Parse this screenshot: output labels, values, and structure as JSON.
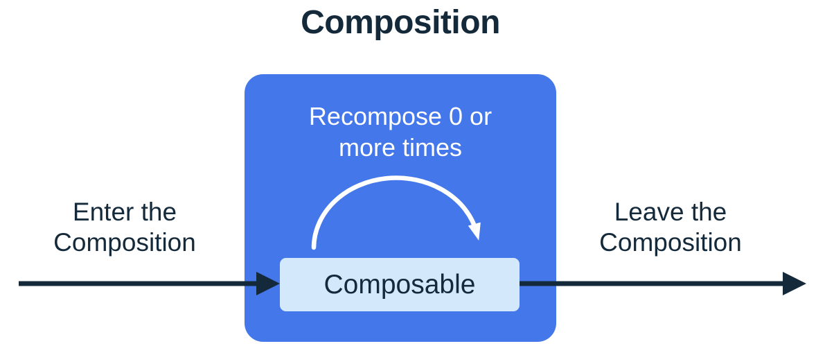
{
  "diagram": {
    "title": "Composition",
    "composition_box": {
      "recompose_label": "Recompose 0 or\nmore times"
    },
    "composable_label": "Composable",
    "enter_label": "Enter the\nComposition",
    "leave_label": "Leave the\nComposition",
    "arrows": {
      "enter_arrow": "horizontal-right-arrow",
      "leave_arrow": "horizontal-right-arrow",
      "recompose_arc": "curved-loop-arrow"
    }
  },
  "colors": {
    "box_blue": "#4477E9",
    "composable_blue": "#D3E9FB",
    "text_navy": "#14293A",
    "arc_white": "#FFFFFF",
    "canvas_bg": "#FFFFFF"
  }
}
